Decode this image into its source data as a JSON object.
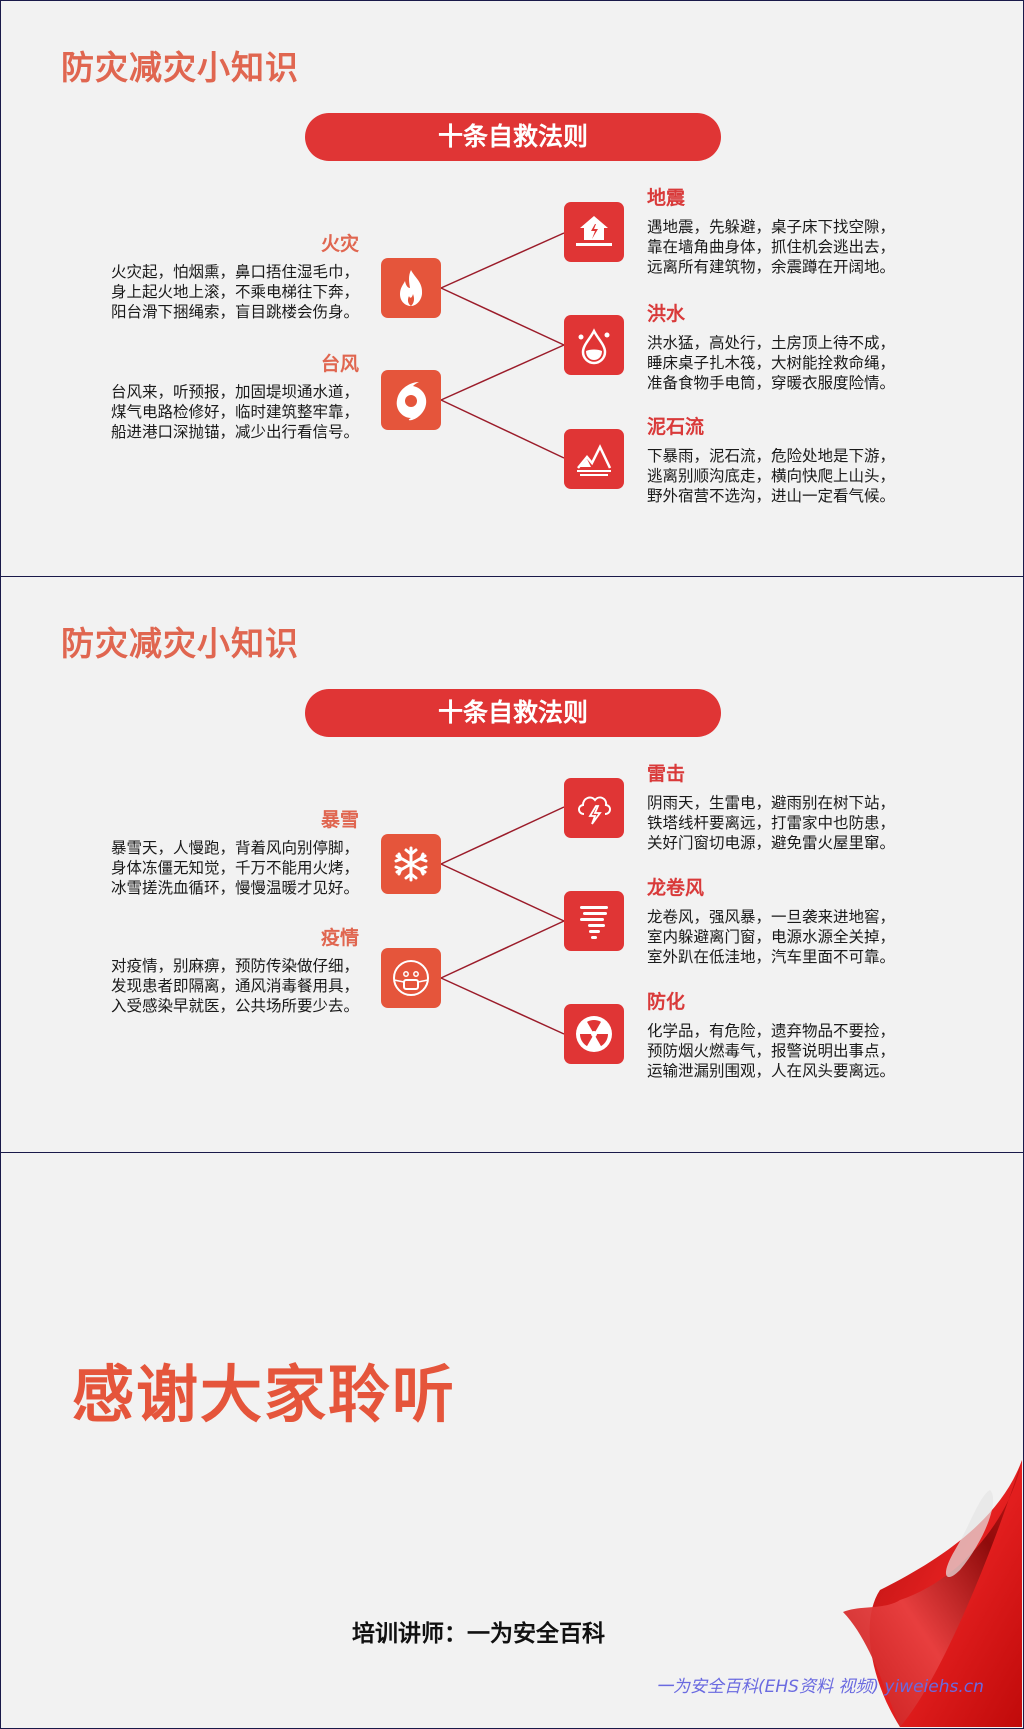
{
  "slides": [
    {
      "title": "防灾减灾小知识",
      "pill": "十条自救法则",
      "left_items": [
        {
          "icon": "fire-icon",
          "title": "火灾",
          "lines": [
            "火灾起，怕烟熏，鼻口捂住湿毛巾，",
            "身上起火地上滚，不乘电梯往下奔，",
            "阳台滑下捆绳索，盲目跳楼会伤身。"
          ]
        },
        {
          "icon": "typhoon-icon",
          "title": "台风",
          "lines": [
            "台风来，听预报，加固堤坝通水道，",
            "煤气电路检修好，临时建筑整牢靠，",
            "船进港口深抛锚，减少出行看信号。"
          ]
        }
      ],
      "right_items": [
        {
          "icon": "earthquake-house-icon",
          "title": "地震",
          "lines": [
            "遇地震，先躲避，桌子床下找空隙，",
            "靠在墙角曲身体，抓住机会逃出去，",
            "远离所有建筑物，余震蹲在开阔地。"
          ]
        },
        {
          "icon": "flood-drop-icon",
          "title": "洪水",
          "lines": [
            "洪水猛，高处行，土房顶上待不成，",
            "睡床桌子扎木筏，大树能拴救命绳，",
            "准备食物手电筒，穿暖衣服度险情。"
          ]
        },
        {
          "icon": "mountain-landslide-icon",
          "title": "泥石流",
          "lines": [
            "下暴雨，泥石流，危险处地是下游，",
            "逃离别顺沟底走，横向快爬上山头，",
            "野外宿营不选沟，进山一定看气候。"
          ]
        }
      ]
    },
    {
      "title": "防灾减灾小知识",
      "pill": "十条自救法则",
      "left_items": [
        {
          "icon": "snowflake-icon",
          "title": "暴雪",
          "lines": [
            "暴雪天，人慢跑，背着风向别停脚，",
            "身体冻僵无知觉，千万不能用火烤，",
            "冰雪搓洗血循环，慢慢温暖才见好。"
          ]
        },
        {
          "icon": "face-mask-icon",
          "title": "疫情",
          "lines": [
            "对疫情，别麻痹，预防传染做仔细，",
            "发现患者即隔离，通风消毒餐用具，",
            "入受感染早就医，公共场所要少去。"
          ]
        }
      ],
      "right_items": [
        {
          "icon": "thunder-cloud-icon",
          "title": "雷击",
          "lines": [
            "阴雨天，生雷电，避雨别在树下站，",
            "铁塔线杆要离远，打雷家中也防患，",
            "关好门窗切电源，避免雷火屋里窜。"
          ]
        },
        {
          "icon": "tornado-icon",
          "title": "龙卷风",
          "lines": [
            "龙卷风，强风暴，一旦袭来进地窖，",
            "室内躲避离门窗，电源水源全关掉，",
            "室外趴在低洼地，汽车里面不可靠。"
          ]
        },
        {
          "icon": "radiation-icon",
          "title": "防化",
          "lines": [
            "化学品，有危险，遗弃物品不要捡，",
            "预防烟火燃毒气，报警说明出事点，",
            "运输泄漏别围观，人在风头要离远。"
          ]
        }
      ]
    }
  ],
  "closing": {
    "thanks": "感谢大家聆听",
    "trainer": "培训讲师：一为安全百科",
    "watermark": "一为安全百科(EHS资料 视频) yiweiehs.cn"
  },
  "colors": {
    "background": "#f2f2f2",
    "pill_red": "#e03535",
    "title_orange": "#e06650",
    "icon_left": "#e5553b",
    "icon_right": "#e03535",
    "connector": "#9b1c2a",
    "watermark": "#6a6ae0"
  }
}
